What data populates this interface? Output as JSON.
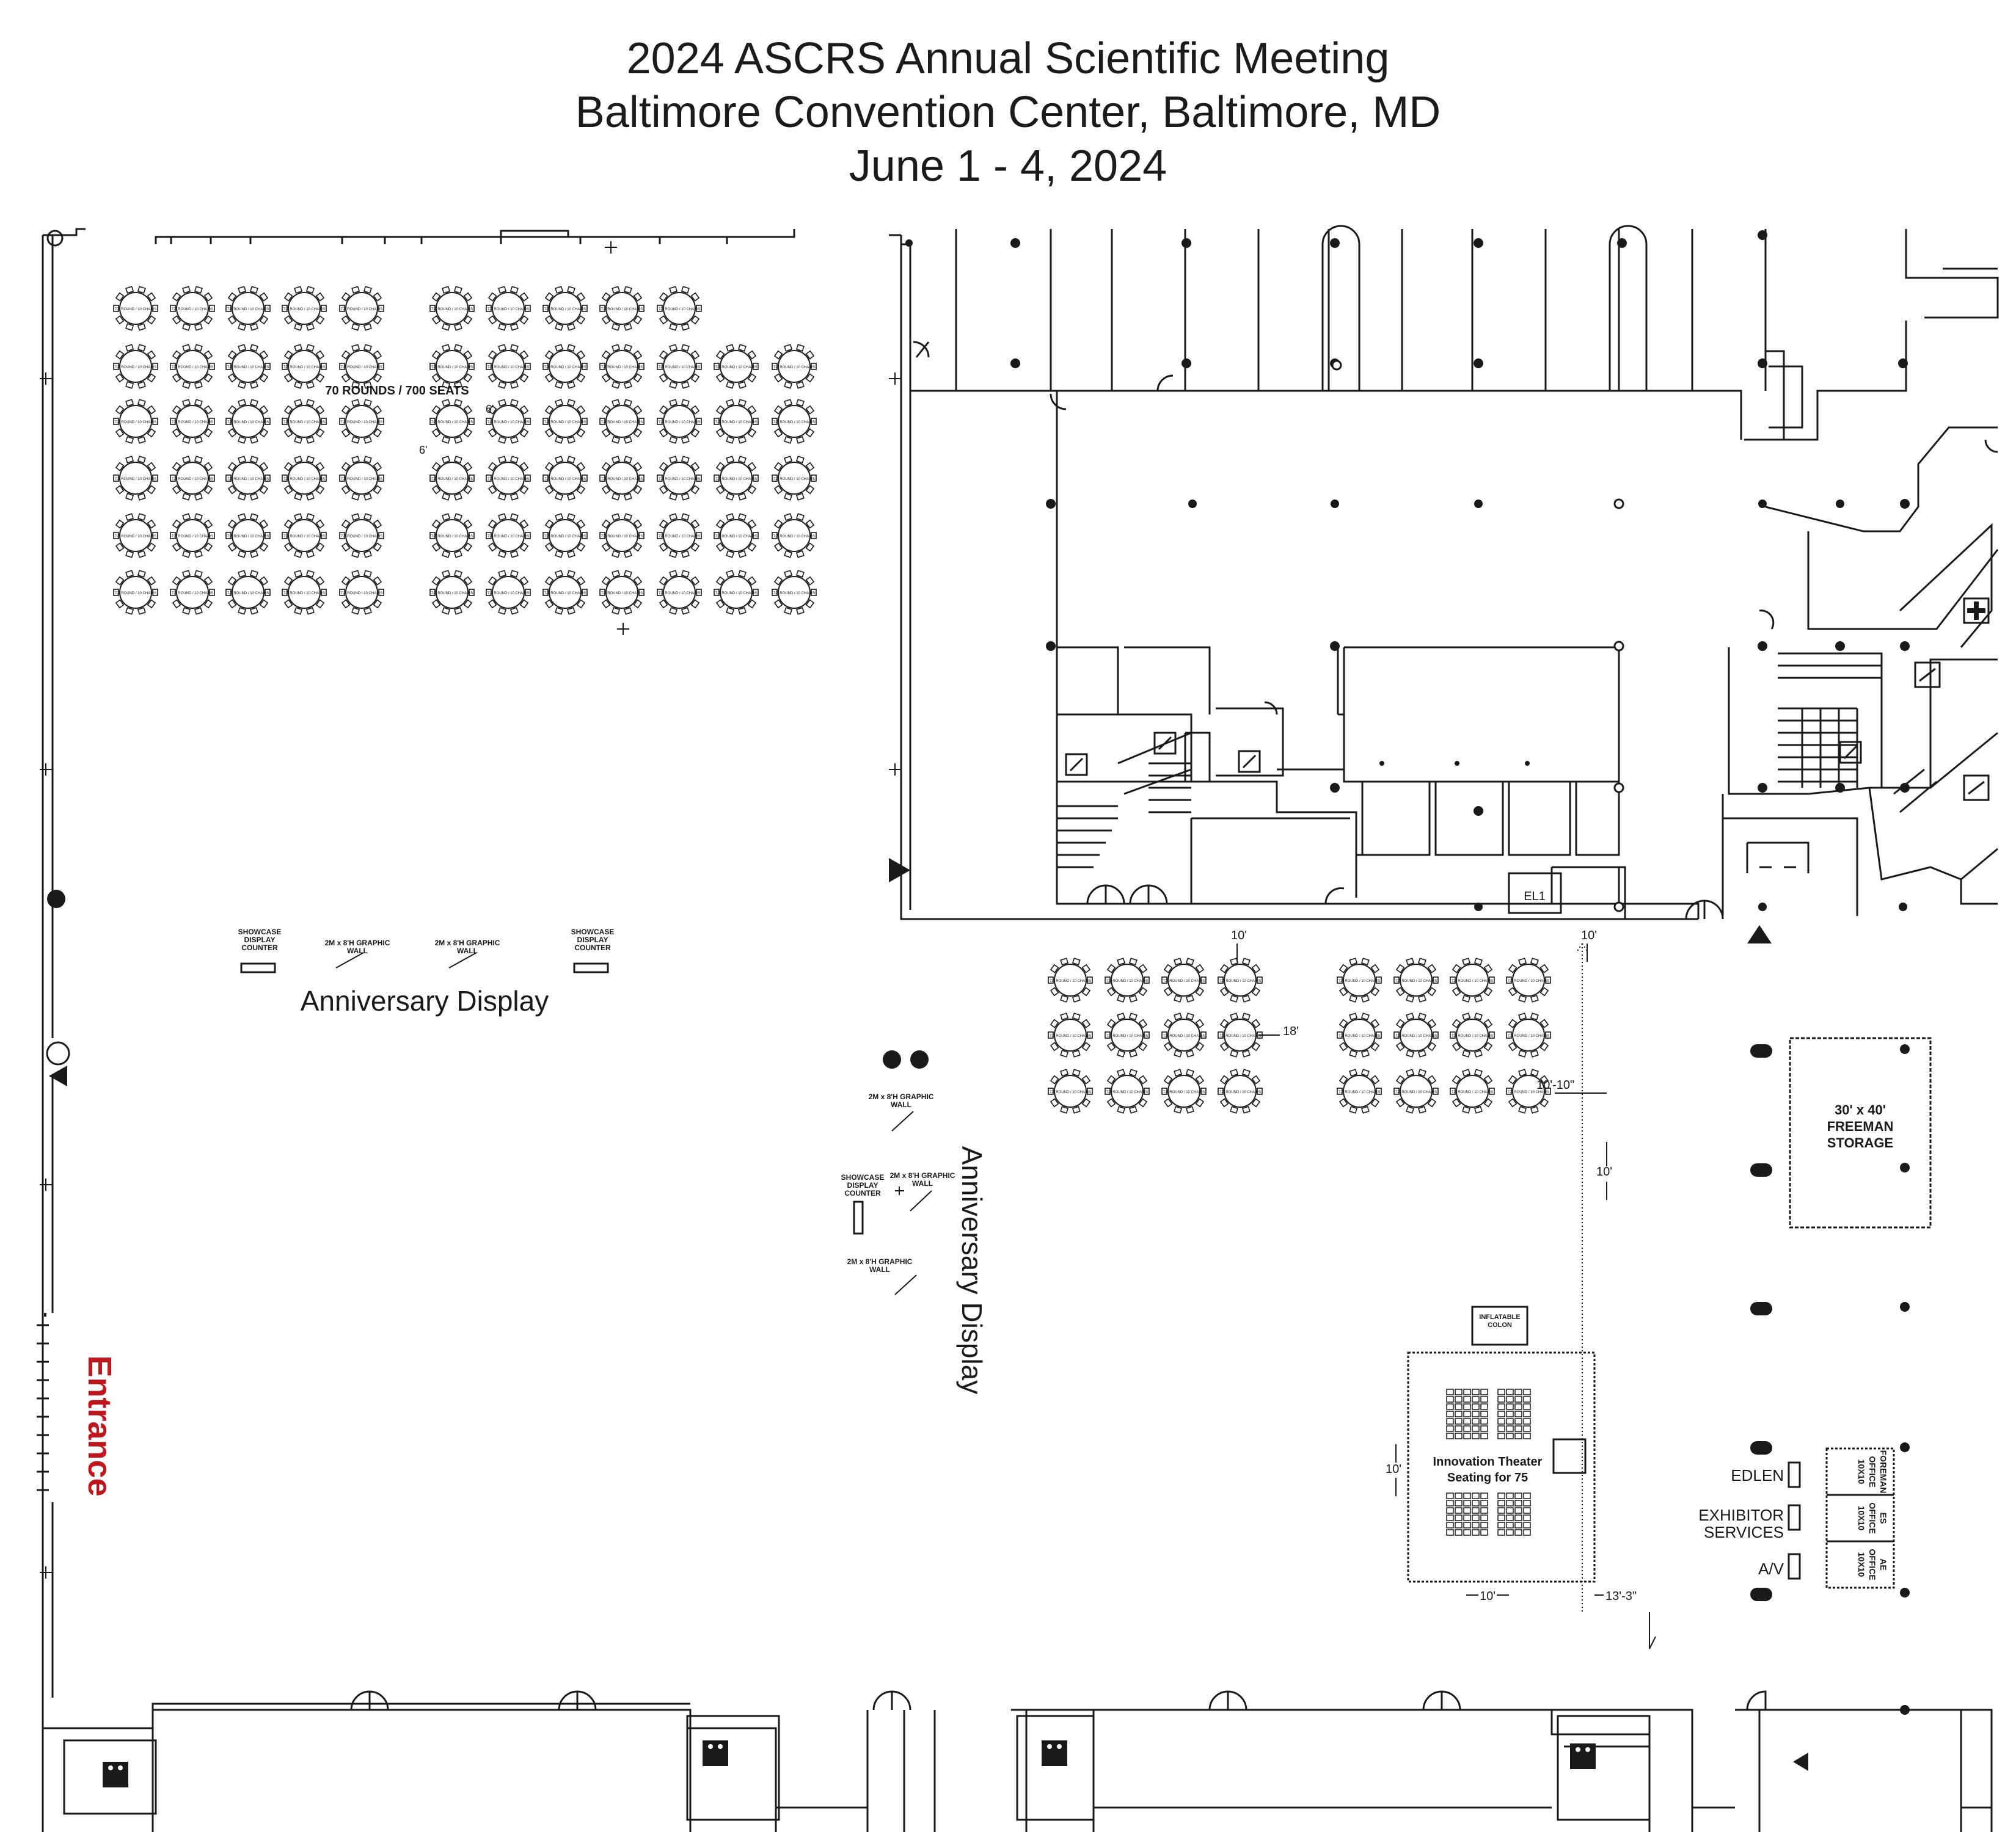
{
  "header": {
    "title": "2024 ASCRS Annual Scientific Meeting",
    "venue": "Baltimore Convention Center, Baltimore, MD",
    "dates": "June 1 - 4, 2024"
  },
  "seating": {
    "main_label": "70 ROUNDS / 700 SEATS",
    "table_text": "72\" ROUND / 10 CHAIRS",
    "dim_6_h": "6'",
    "dim_6_v": "6'",
    "dim_18": "18'",
    "dim_10_left": "10'",
    "dim_10_right": "10'",
    "dim_10_10": "10'-10\"",
    "dim_10_b": "10'"
  },
  "anniversary_display": {
    "label_horizontal": "Anniversary Display",
    "label_vertical": "Anniversary Display",
    "showcase_counter": [
      "SHOWCASE",
      "DISPLAY",
      "COUNTER"
    ],
    "graphic_wall": [
      "2M x 8'H GRAPHIC",
      "WALL"
    ]
  },
  "entrance": {
    "label": "Entrance",
    "color": "#c0171c"
  },
  "elevator": {
    "label": "EL1"
  },
  "freeman_storage": {
    "line1": "30' x 40'",
    "line2": "FREEMAN",
    "line3": "STORAGE"
  },
  "innovation_theater": {
    "name": "Innovation Theater",
    "seating": "Seating for 75",
    "inflatable": [
      "INFLATABLE",
      "COLON"
    ],
    "dim_left": "10'",
    "dim_bottom": "10'",
    "dim_right": "13'-3\""
  },
  "services": {
    "edlen": "EDLEN",
    "exhibitor_1": "EXHIBITOR",
    "exhibitor_2": "SERVICES",
    "av": "A/V"
  },
  "offices": [
    {
      "line1": "FOREMAN",
      "line2": "OFFICE",
      "line3": "10X10"
    },
    {
      "line1": "ES",
      "line2": "OFFICE",
      "line3": "10X10"
    },
    {
      "line1": "AE",
      "line2": "OFFICE",
      "line3": "10X10"
    }
  ],
  "colors": {
    "ink": "#1a1a1a",
    "entrance": "#c0171c",
    "background": "#ffffff"
  },
  "icons": [
    "restroom-icon",
    "first-aid-icon",
    "escalator-icon",
    "stairs-icon",
    "entrance-arrow-icon",
    "column-icon"
  ]
}
